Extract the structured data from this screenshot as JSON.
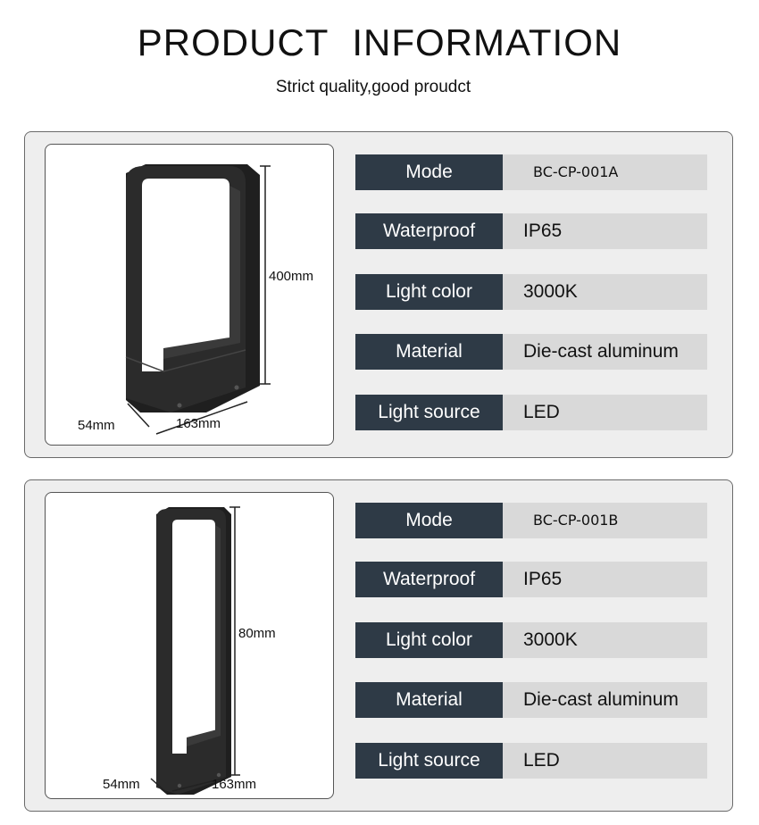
{
  "header": {
    "title": "PRODUCT   INFORMATION",
    "subtitle": "Strict quality,good proudct"
  },
  "products": [
    {
      "dimensions": {
        "height": "400mm",
        "depth": "54mm",
        "width": "163mm"
      },
      "specs": [
        {
          "label": "Mode",
          "value": "BC-CP-001A"
        },
        {
          "label": "Waterproof",
          "value": "IP65"
        },
        {
          "label": "Light color",
          "value": "3000K"
        },
        {
          "label": "Material",
          "value": "Die-cast aluminum"
        },
        {
          "label": "Light source",
          "value": "LED"
        }
      ]
    },
    {
      "dimensions": {
        "height": "80mm",
        "depth": "54mm",
        "width": "163mm"
      },
      "specs": [
        {
          "label": "Mode",
          "value": "BC-CP-001B"
        },
        {
          "label": "Waterproof",
          "value": "IP65"
        },
        {
          "label": "Light color",
          "value": "3000K"
        },
        {
          "label": "Material",
          "value": "Die-cast aluminum"
        },
        {
          "label": "Light source",
          "value": "LED"
        }
      ]
    }
  ],
  "colors": {
    "label_bg": "#2e3a46",
    "value_bg": "#d9d9d9",
    "panel_bg": "#eeeeee",
    "product_body": "#2b2b2b"
  }
}
